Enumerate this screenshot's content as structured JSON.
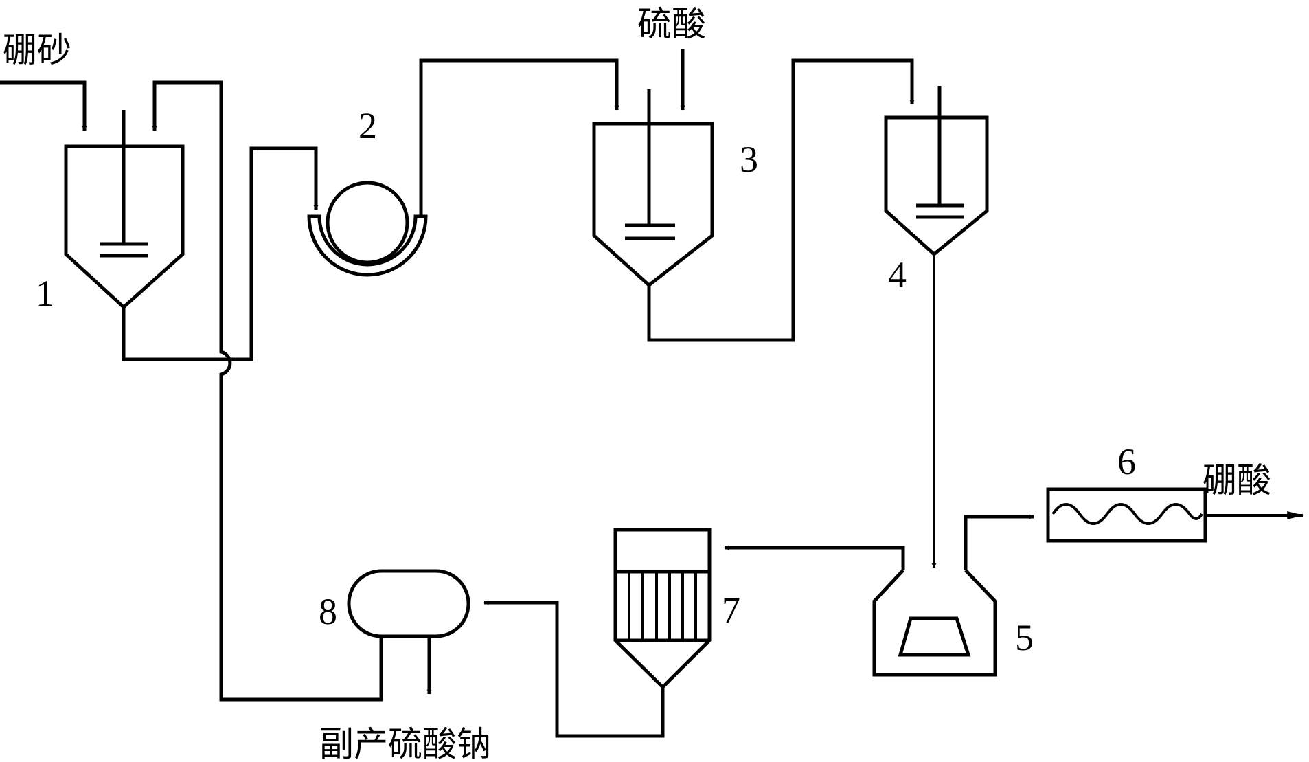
{
  "inputs": {
    "borax": "硼砂",
    "sulfuric_acid": "硫酸"
  },
  "outputs": {
    "boric_acid": "硼酸",
    "byproduct": "副产硫酸钠"
  },
  "units": {
    "u1": "1",
    "u2": "2",
    "u3": "3",
    "u4": "4",
    "u5": "5",
    "u6": "6",
    "u7": "7",
    "u8": "8"
  }
}
